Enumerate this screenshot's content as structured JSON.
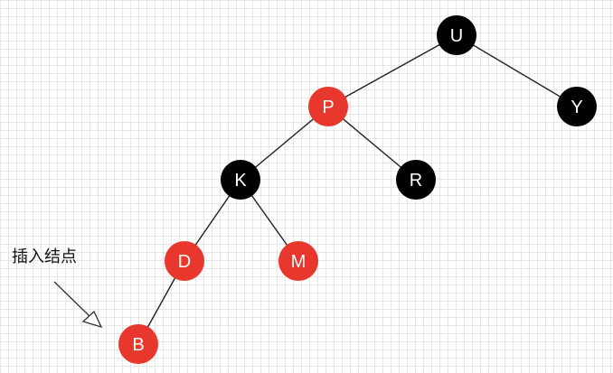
{
  "colors": {
    "red": "#e8372c",
    "black": "#000000",
    "edge": "#222222",
    "label": "#ffffff"
  },
  "nodes": [
    {
      "id": "U",
      "label": "U",
      "color": "black"
    },
    {
      "id": "P",
      "label": "P",
      "color": "red"
    },
    {
      "id": "Y",
      "label": "Y",
      "color": "black"
    },
    {
      "id": "K",
      "label": "K",
      "color": "black"
    },
    {
      "id": "R",
      "label": "R",
      "color": "black"
    },
    {
      "id": "D",
      "label": "D",
      "color": "red"
    },
    {
      "id": "M",
      "label": "M",
      "color": "red"
    },
    {
      "id": "B",
      "label": "B",
      "color": "red"
    }
  ],
  "edges": [
    [
      "U",
      "P"
    ],
    [
      "U",
      "Y"
    ],
    [
      "P",
      "K"
    ],
    [
      "P",
      "R"
    ],
    [
      "K",
      "D"
    ],
    [
      "K",
      "M"
    ],
    [
      "D",
      "B"
    ]
  ],
  "annotation": {
    "text": "插入结点",
    "target": "B"
  }
}
